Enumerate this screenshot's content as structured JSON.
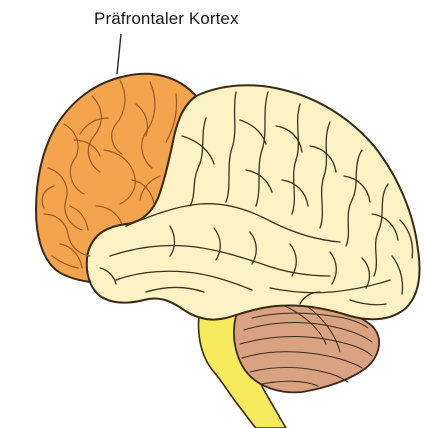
{
  "label": {
    "text": "Präfrontaler Kortex"
  },
  "colors": {
    "prefrontal_fill": "#F3A44D",
    "cortex_fill": "#FCF2C3",
    "cerebellum_fill": "#D9A281",
    "brainstem_fill": "#F7EA5C",
    "outline": "#3A2A1A",
    "sulcus_prefrontal": "#9A5A22",
    "sulcus_cortex": "#3C3222"
  },
  "regions": [
    "prefrontal-cortex",
    "cerebral-cortex",
    "cerebellum",
    "brainstem"
  ]
}
